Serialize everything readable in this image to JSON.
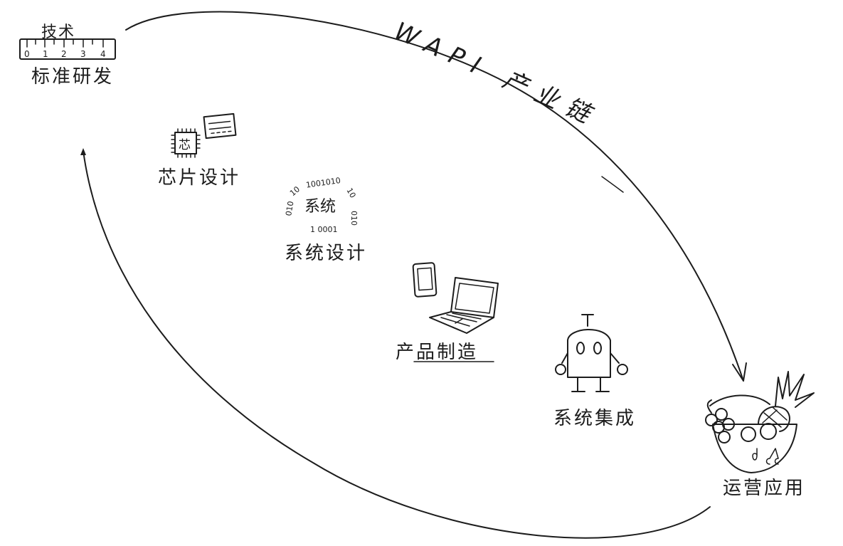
{
  "diagram": {
    "title_text": "WAPI 产业链",
    "stages": [
      {
        "id": "standard-rd",
        "top_label": "技术",
        "label": "标准研发",
        "icon": "ruler-icon",
        "ruler_ticks": [
          "0",
          "1",
          "2",
          "3",
          "4"
        ]
      },
      {
        "id": "chip-design",
        "label": "芯片设计",
        "icon": "chip-icon",
        "chip_text": "芯"
      },
      {
        "id": "system-design",
        "label": "系统设计",
        "icon": "binary-ring-icon",
        "center_text": "系统"
      },
      {
        "id": "product-manufacturing",
        "label": "产品制造",
        "icon": "devices-icon"
      },
      {
        "id": "system-integration",
        "label": "系统集成",
        "icon": "robot-icon"
      },
      {
        "id": "operation-application",
        "label": "运营应用",
        "icon": "fruit-basket-icon"
      }
    ]
  }
}
